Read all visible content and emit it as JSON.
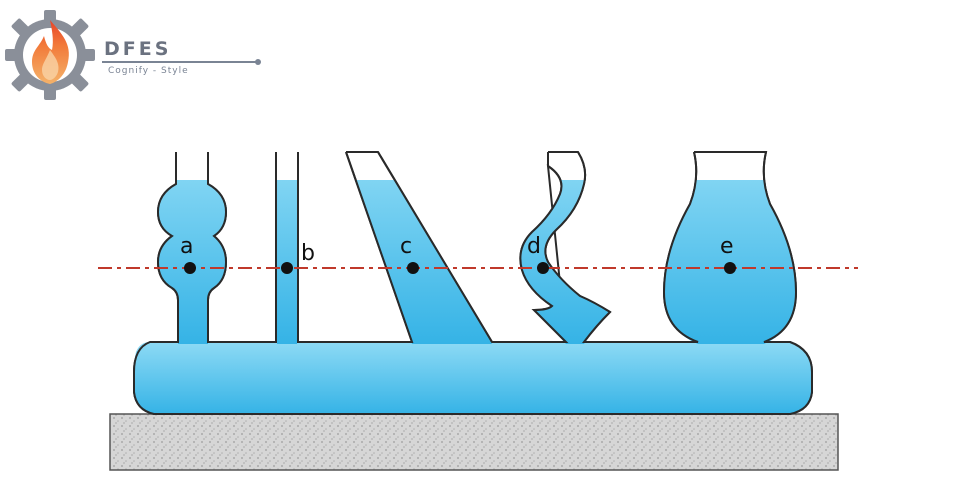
{
  "logo": {
    "title": "DFES",
    "subtitle": "Cognify - Style"
  },
  "diagram": {
    "points": [
      {
        "id": "a",
        "label": "a"
      },
      {
        "id": "b",
        "label": "b"
      },
      {
        "id": "c",
        "label": "c"
      },
      {
        "id": "d",
        "label": "d"
      },
      {
        "id": "e",
        "label": "e"
      }
    ],
    "colors": {
      "water_top": "#7fd6f3",
      "water_bottom": "#3ab8e8",
      "outline": "#2a2a2a",
      "reference_line": "#c0392b",
      "ground": "#d9d9d9"
    }
  }
}
